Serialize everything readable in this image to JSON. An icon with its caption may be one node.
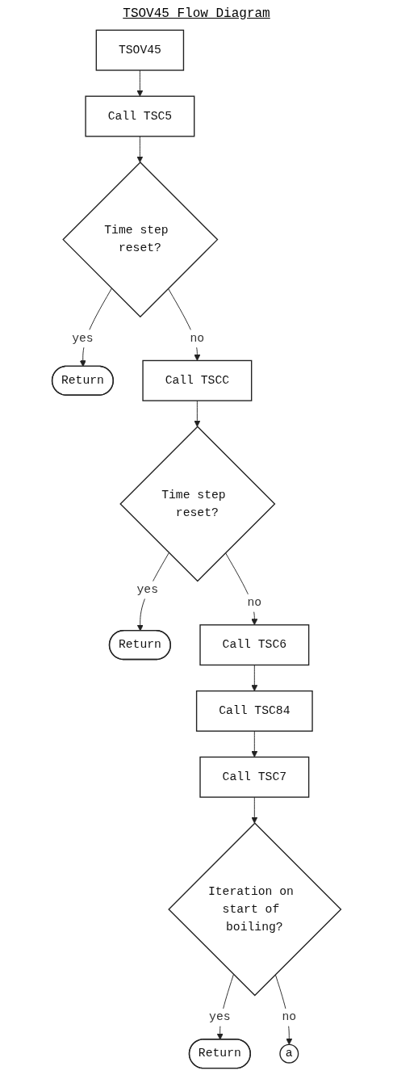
{
  "diagram": {
    "title": "TSOV45 Flow Diagram",
    "nodes": [
      {
        "text": [
          "TSOV45"
        ]
      },
      {
        "text": [
          "Call TSC5"
        ]
      },
      {
        "text": [
          "Time step reset?"
        ]
      },
      {
        "text": [
          "Return"
        ]
      },
      {
        "text": [
          "Call TSCC"
        ]
      },
      {
        "text": [
          "Time step reset?"
        ]
      },
      {
        "text": [
          "Return"
        ]
      },
      {
        "text": [
          "Call TSC6"
        ]
      },
      {
        "text": [
          "Call TSC84"
        ]
      },
      {
        "text": [
          "Call TSC7"
        ]
      },
      {
        "text": [
          "Iteration on start of boiling?"
        ]
      },
      {
        "text": [
          "Return"
        ]
      },
      {
        "text": [
          "a"
        ]
      }
    ],
    "edges": [
      {
        "from": 0,
        "to": 1,
        "arrow": "to"
      },
      {
        "from": 1,
        "to": 2,
        "arrow": "to"
      },
      {
        "from": 2,
        "to": 3,
        "arrow": "to",
        "label": "yes"
      },
      {
        "from": 2,
        "to": 4,
        "arrow": "to",
        "label": "no"
      },
      {
        "from": 4,
        "to": 5,
        "arrow": "to"
      },
      {
        "from": 5,
        "to": 6,
        "arrow": "to",
        "label": "yes"
      },
      {
        "from": 5,
        "to": 7,
        "arrow": "to",
        "label": "no"
      },
      {
        "from": 7,
        "to": 8,
        "arrow": "to"
      },
      {
        "from": 8,
        "to": 9,
        "arrow": "to"
      },
      {
        "from": 9,
        "to": 10,
        "arrow": "to"
      },
      {
        "from": 10,
        "to": 11,
        "arrow": "to",
        "label": "yes"
      },
      {
        "from": 10,
        "to": 12,
        "arrow": "to",
        "label": "no"
      }
    ]
  }
}
